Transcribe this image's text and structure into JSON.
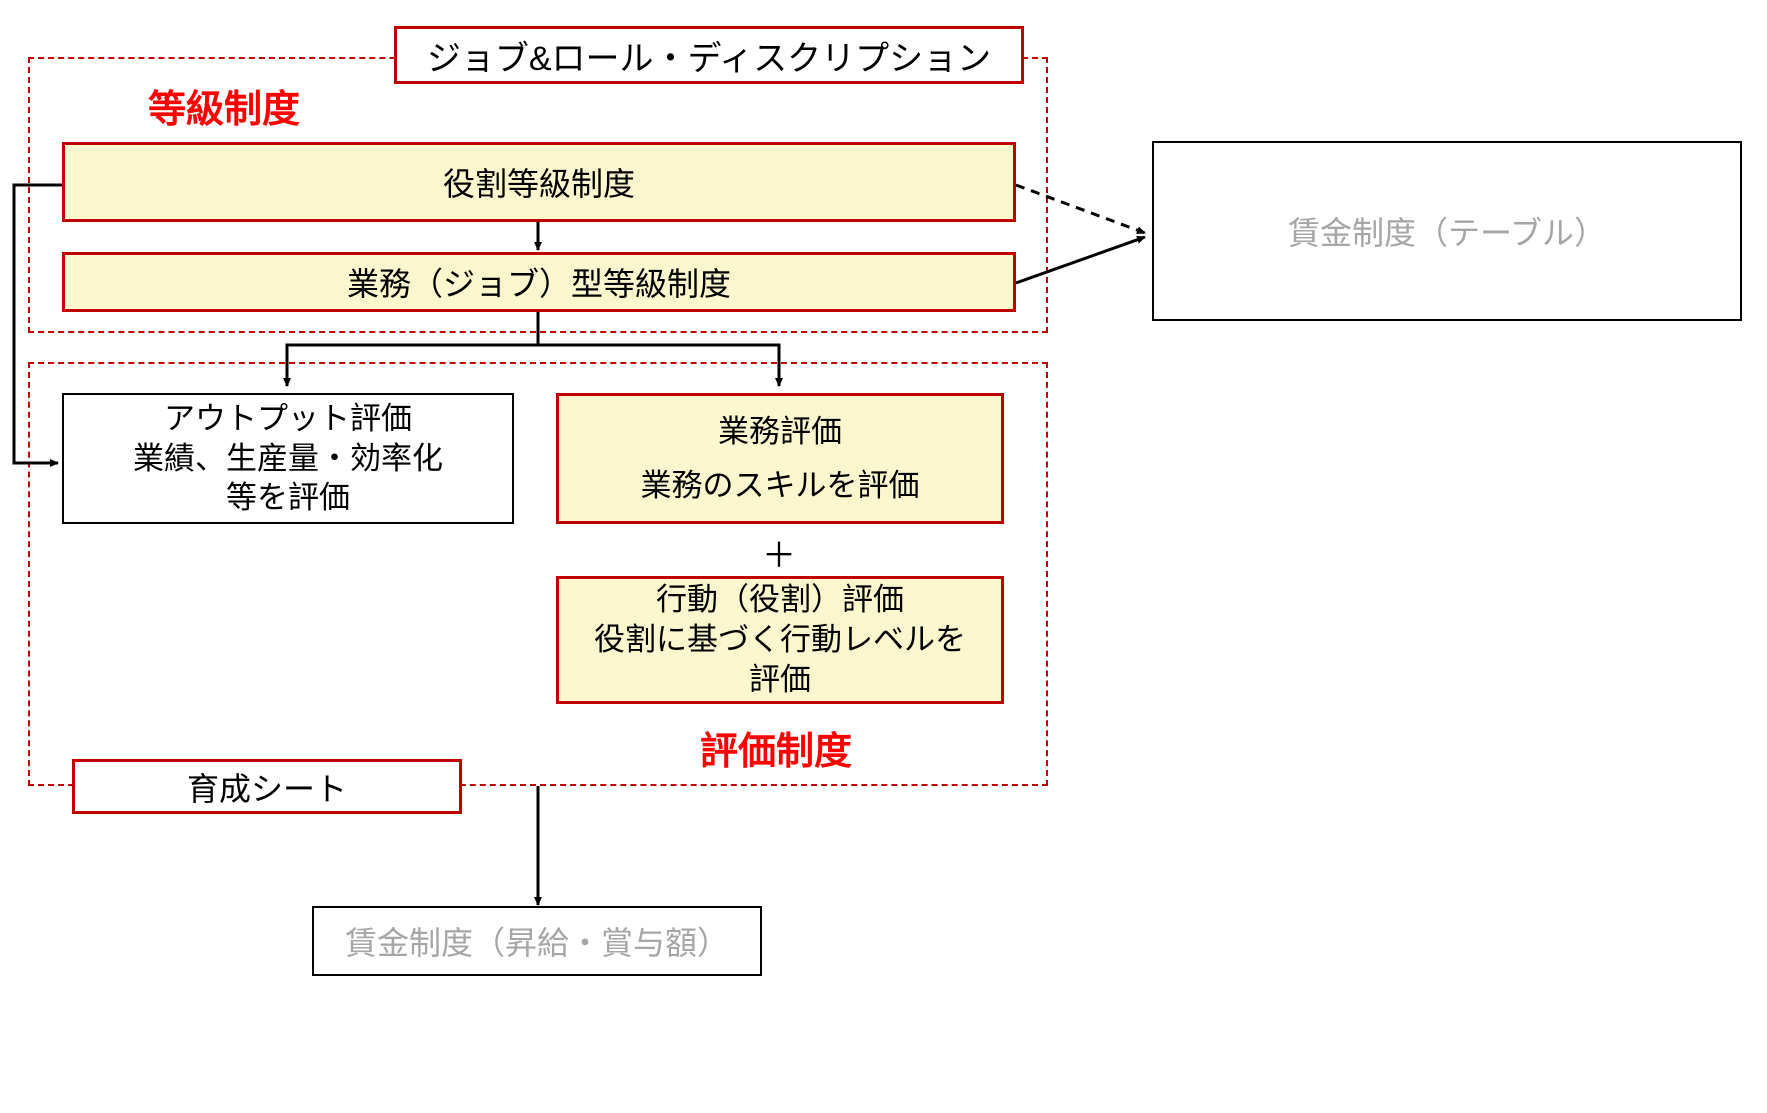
{
  "diagram": {
    "title_box": {
      "label": "ジョブ&ロール・ディスクリプション"
    },
    "regions": [
      {
        "id": "grade",
        "label": "等級制度"
      },
      {
        "id": "evaluation",
        "label": "評価制度"
      }
    ],
    "grade_boxes": [
      {
        "id": "role-grade",
        "label": "役割等級制度"
      },
      {
        "id": "job-grade",
        "label": "業務（ジョブ）型等級制度"
      }
    ],
    "evaluation_boxes": [
      {
        "id": "output-eval",
        "lines": [
          "アウトプット評価",
          "業績、生産量・効率化",
          "等を評価"
        ]
      },
      {
        "id": "work-eval",
        "lines": [
          "業務評価",
          "",
          "業務のスキルを評価"
        ]
      },
      {
        "id": "behavior-eval",
        "lines": [
          "行動（役割）評価",
          "役割に基づく行動レベルを",
          "評価"
        ]
      }
    ],
    "operator": {
      "plus": "＋"
    },
    "sheet_box": {
      "label": "育成シート"
    },
    "wage_boxes": [
      {
        "id": "wage-table",
        "label": "賃金制度（テーブル）"
      },
      {
        "id": "wage-raise",
        "label": "賃金制度（昇給・賞与額）"
      }
    ],
    "colors": {
      "accent_red": "#c00000",
      "label_red": "#ff0000",
      "box_yellow": "#faf6cd",
      "gray_text": "#a6a6a6",
      "black": "#000000"
    }
  }
}
